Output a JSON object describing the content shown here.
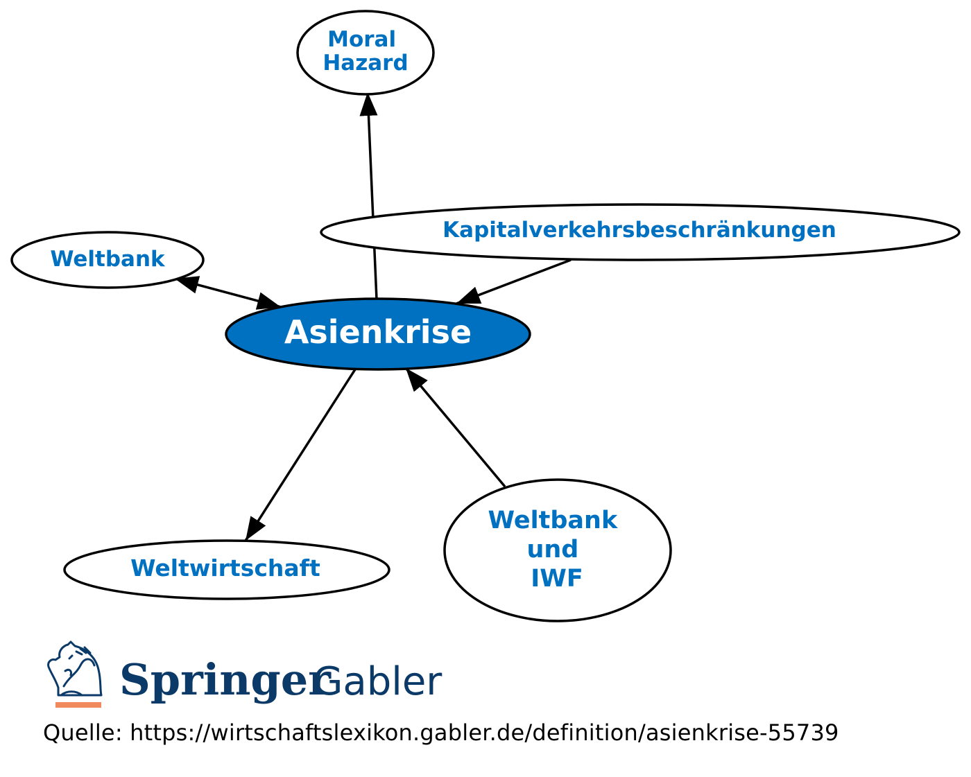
{
  "graph": {
    "center": {
      "label": "Asienkrise"
    },
    "nodes": {
      "moral_hazard": {
        "lines": [
          "Moral",
          "Hazard"
        ]
      },
      "kapital": {
        "lines": [
          "Kapitalverkehrsbeschränkungen"
        ]
      },
      "weltbank": {
        "lines": [
          "Weltbank"
        ]
      },
      "weltwirtschaft": {
        "lines": [
          "Weltwirtschaft"
        ]
      },
      "weltbank_iwf": {
        "lines": [
          "Weltbank",
          "und",
          "IWF"
        ]
      }
    }
  },
  "logo": {
    "word1": "Springer",
    "word2": "Gabler"
  },
  "source": {
    "text": "Quelle: https://wirtschaftslexikon.gabler.de/definition/asienkrise-55739"
  },
  "colors": {
    "accent": "#0070c0",
    "logo_blue": "#0b3a68",
    "logo_orange": "#f08a5d"
  }
}
